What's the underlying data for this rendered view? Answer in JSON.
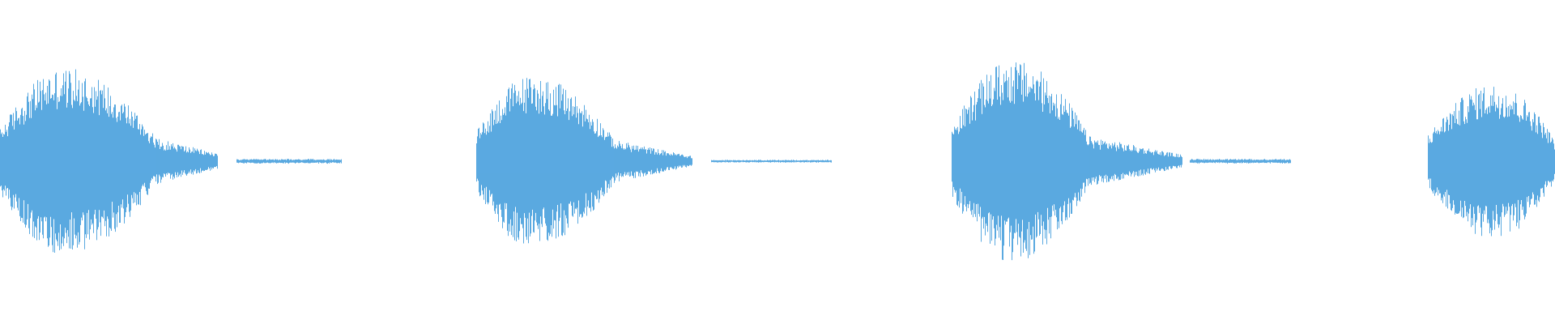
{
  "waveform": {
    "color": "#5aa9e0",
    "background": "#ffffff",
    "bursts": [
      {
        "label": "burst-1",
        "start": 0.0,
        "peak": 0.04,
        "body_end": 0.1,
        "tail_end": 0.14,
        "trail_start": 0.152,
        "trail_end": 0.22,
        "amplitude": 0.72,
        "trail_amplitude": 0.02,
        "tail_amplitude": 0.06
      },
      {
        "label": "burst-2",
        "start": 0.306,
        "peak": 0.34,
        "body_end": 0.395,
        "tail_end": 0.445,
        "trail_start": 0.457,
        "trail_end": 0.535,
        "amplitude": 0.66,
        "trail_amplitude": 0.012,
        "tail_amplitude": 0.04
      },
      {
        "label": "burst-3",
        "start": 0.612,
        "peak": 0.65,
        "body_end": 0.7,
        "tail_end": 0.76,
        "trail_start": 0.765,
        "trail_end": 0.83,
        "amplitude": 0.78,
        "trail_amplitude": 0.02,
        "tail_amplitude": 0.05
      },
      {
        "label": "burst-4",
        "start": 0.918,
        "peak": 0.96,
        "body_end": 1.0,
        "tail_end": 1.0,
        "trail_start": 1.0,
        "trail_end": 1.0,
        "amplitude": 0.6,
        "trail_amplitude": 0.0,
        "tail_amplitude": 0.0
      }
    ]
  }
}
